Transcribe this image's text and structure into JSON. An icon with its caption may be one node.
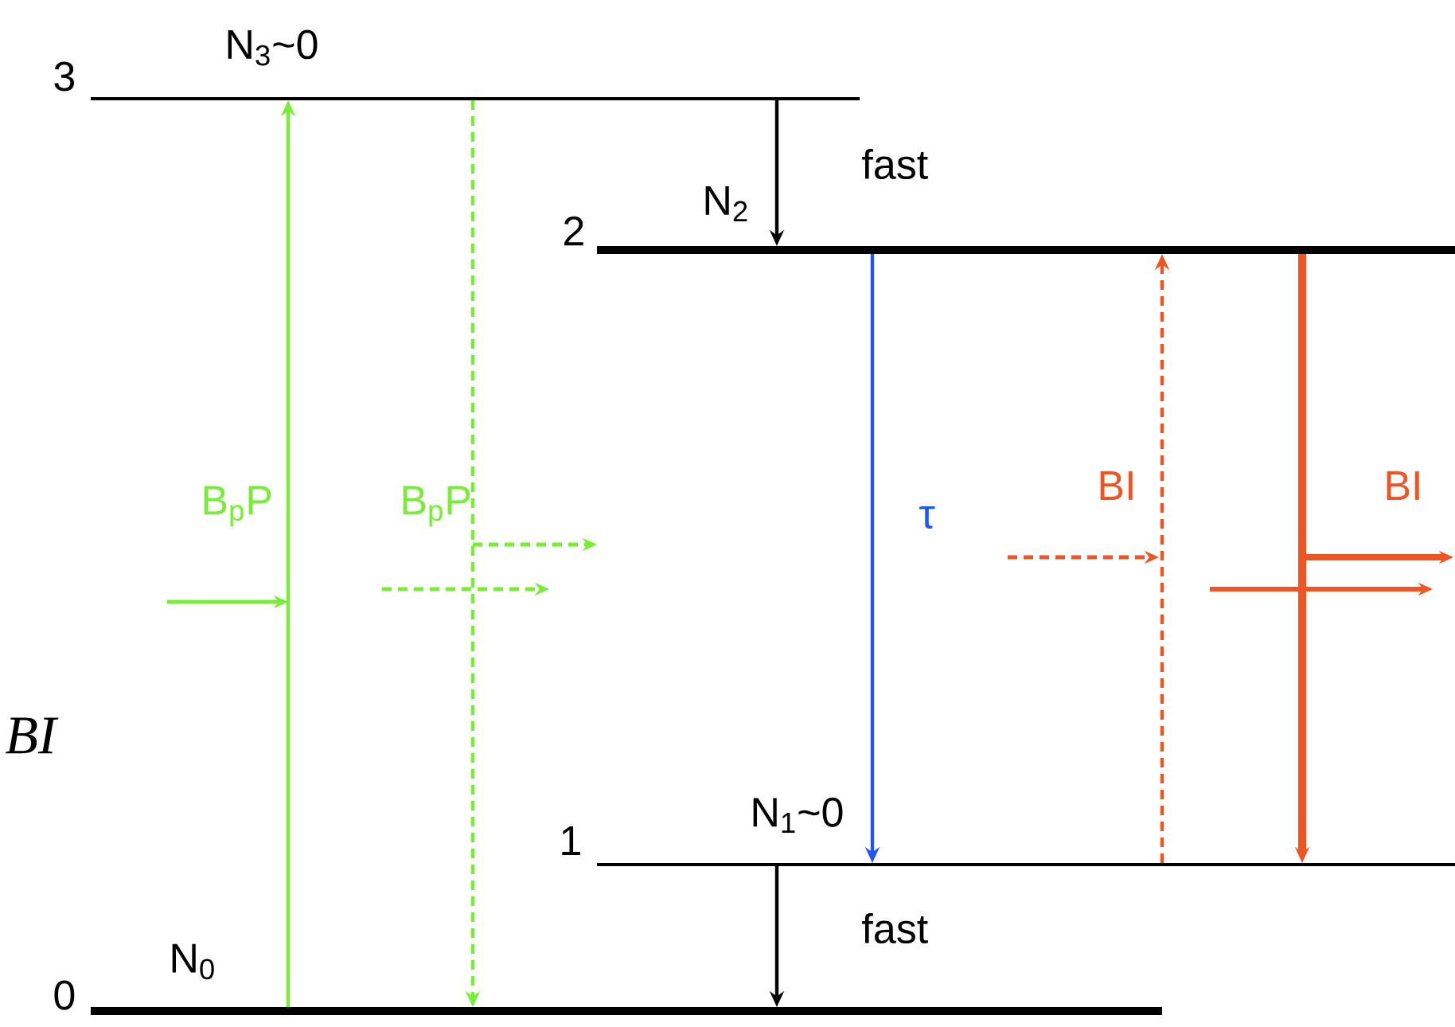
{
  "diagram": {
    "nodes": [
      {
        "text": [
          "N$_{3}$~0"
        ],
        "beside": [
          "3"
        ]
      },
      {
        "text": [
          "N$_{2}$"
        ],
        "beside": [
          "2"
        ]
      },
      {
        "text": [
          "N$_{1}$~0"
        ],
        "beside": [
          "1"
        ]
      },
      {
        "text": [
          "N$_{0}$"
        ],
        "beside": [
          "0"
        ]
      }
    ],
    "edges": [
      {
        "from": 3,
        "to": 0,
        "arrow": "to",
        "label": "B$_{p}$P",
        "color": "#77ee33"
      },
      {
        "from": 0,
        "to": 3,
        "arrow": "to",
        "label": "B$_{p}$P",
        "color": "#77ee33",
        "style": "dashed"
      },
      {
        "from": 0,
        "to": 1,
        "arrow": "to",
        "label": "fast",
        "color": "#000000"
      },
      {
        "from": 1,
        "to": 2,
        "arrow": "to",
        "label": "τ",
        "color": "#2255ff"
      },
      {
        "from": 2,
        "to": 1,
        "arrow": "to",
        "label": "BI",
        "color": "#ee5522",
        "style": "dashed"
      },
      {
        "from": 1,
        "to": 2,
        "arrow": "to",
        "label": "BI",
        "color": "#ee5522",
        "style": "thick"
      },
      {
        "from": 2,
        "to": 3,
        "arrow": "to",
        "label": "fast",
        "color": "#000000"
      }
    ],
    "labels": [
      "BI"
    ]
  }
}
